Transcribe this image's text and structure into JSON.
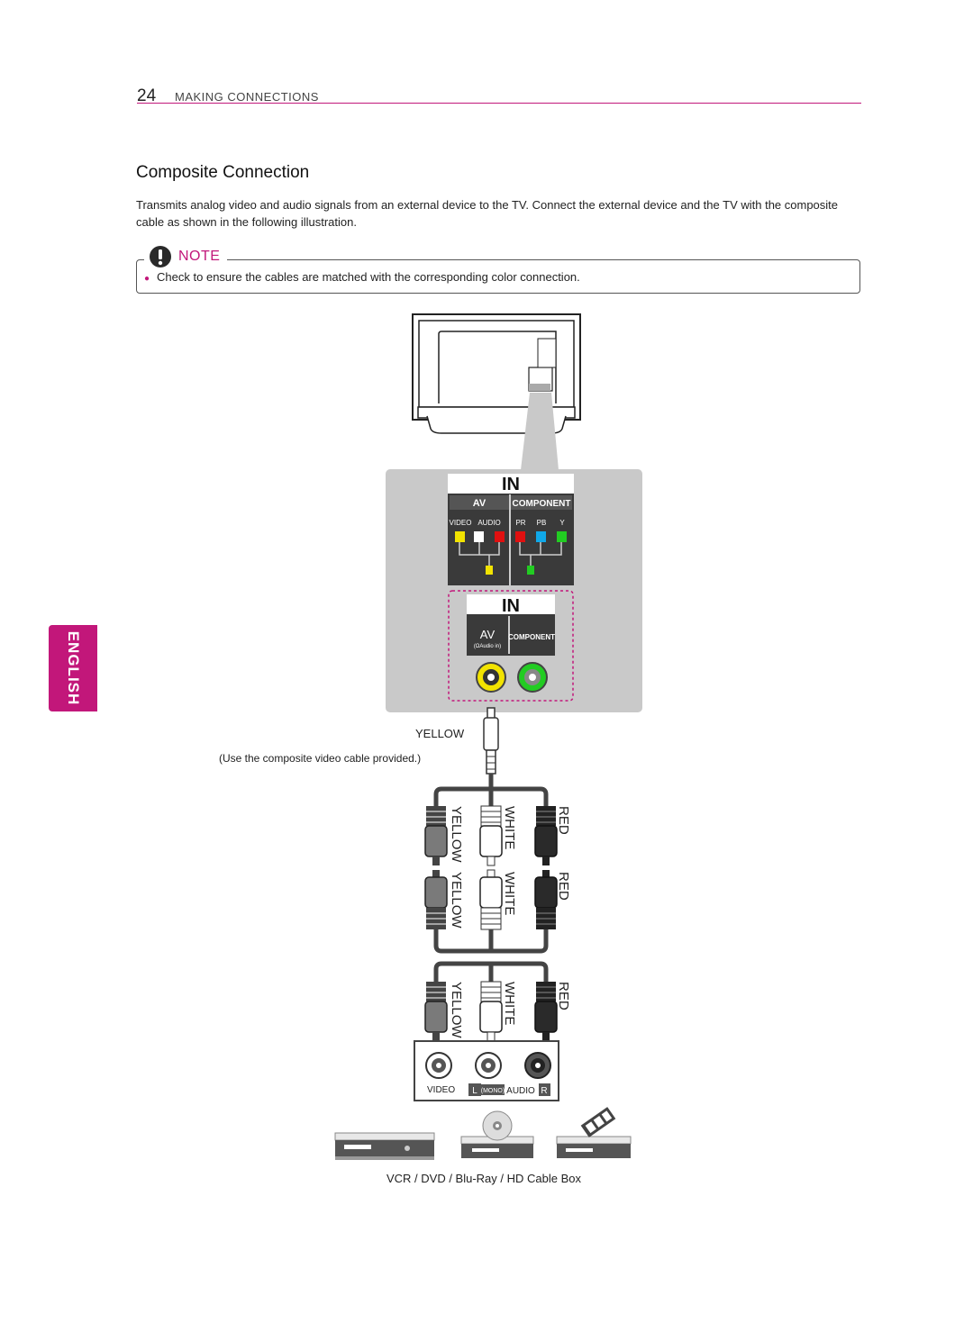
{
  "header": {
    "page_number": "24",
    "section": "MAKING CONNECTIONS"
  },
  "heading": "Composite Connection",
  "intro": "Transmits analog video and audio signals from an external device to the TV. Connect the external device and the TV with the composite cable as shown in the following illustration.",
  "note": {
    "label": "NOTE",
    "items": [
      "Check to ensure the cables are matched with the corresponding color connection."
    ]
  },
  "side_tab": "ENGLISH",
  "diagram": {
    "panel_top": {
      "title": "IN",
      "av_label": "AV",
      "component_label": "COMPONENT",
      "video_label": "VIDEO",
      "audio_label": "AUDIO",
      "pr_label": "PR",
      "pb_label": "PB",
      "y_label": "Y"
    },
    "panel_bottom": {
      "title": "IN",
      "av_label": "AV",
      "audio_in_label": "(ΩAudio in)",
      "component_label": "COMPONENT"
    },
    "cable_label": "YELLOW",
    "cable_note": "(Use the composite video cable provided.)",
    "plug_labels": [
      "YELLOW",
      "WHITE",
      "RED"
    ],
    "device_panel": {
      "video": "VIDEO",
      "l_label": "L",
      "mono_label": "(MONO)",
      "audio_label": "AUDIO",
      "r_label": "R"
    },
    "devices_caption": "VCR / DVD / Blu-Ray / HD Cable Box"
  },
  "colors": {
    "accent": "#c2177a",
    "yellow": "#f2e300",
    "white": "#ffffff",
    "red": "#e01010",
    "blue": "#10a8e8",
    "green": "#22cc22"
  }
}
